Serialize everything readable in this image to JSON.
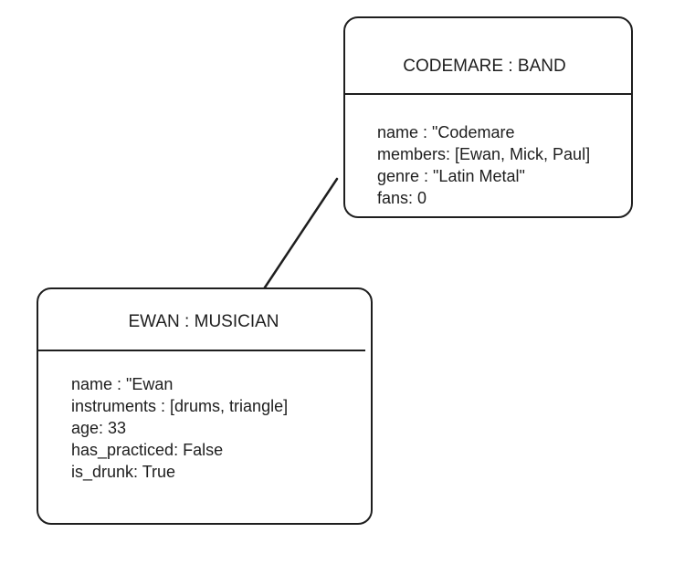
{
  "diagram": {
    "band": {
      "title": "CODEMARE : BAND",
      "attributes": [
        "name : \"Codemare",
        "members: [Ewan, Mick, Paul]",
        "genre : \"Latin Metal\"",
        "fans: 0"
      ]
    },
    "musician": {
      "title": "EWAN : MUSICIAN",
      "attributes": [
        "name : \"Ewan",
        "instruments : [drums, triangle]",
        "age: 33",
        "has_practiced: False",
        "is_drunk: True"
      ]
    },
    "colors": {
      "stroke": "#1e1e1e",
      "background": "#ffffff"
    }
  }
}
